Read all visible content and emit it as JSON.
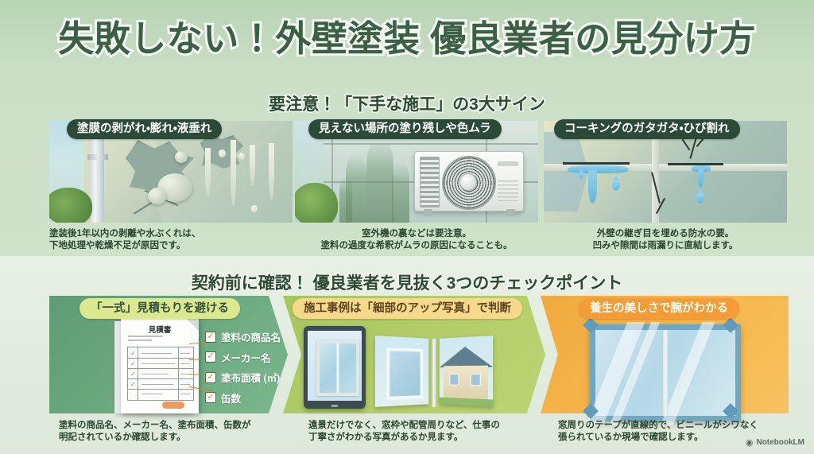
{
  "title": "失敗しない！外壁塗装 優良業者の見分け方",
  "sections": [
    {
      "heading": "要注意！「下手な施工」の3大サイン",
      "items": [
        {
          "label": "塗膜の剥がれ・膨れ・液垂れ",
          "caption": "塗装後1年以内の剥離や水ぶくれは、\n下地処理や乾燥不足が原因です。",
          "illustration": "peeling-blister-drip-wall"
        },
        {
          "label": "見えない場所の塗り残しや色ムラ",
          "caption": "室外機の裏などは要注意。\n塗料の過度な希釈がムラの原因になることも。",
          "illustration": "air-conditioner-outdoor-unit"
        },
        {
          "label": "コーキングのガタガタ・ひび割れ",
          "caption": "外壁の継ぎ目を埋める防水の要。\n凹みや隙間は雨漏りに直結します。",
          "illustration": "cracked-caulking-joint-leak"
        }
      ]
    },
    {
      "heading": "契約前に確認！ 優良業者を見抜く3つのチェックポイント",
      "items": [
        {
          "label": "「一式」見積もりを避ける",
          "caption": "塗料の商品名、メーカー名、塗布面積、缶数が\n明記されているか確認します。",
          "illustration": "estimate-document-checklist",
          "accent_color": "#6aa87e",
          "label_color": "#dbe88f"
        },
        {
          "label": "施工事例は「細部のアップ写真」で判断",
          "caption": "遠景だけでなく、窓枠や配管周りなど、仕事の\n丁寧さがわかる写真があるか見ます。",
          "illustration": "tablet-and-photo-book",
          "accent_color": "#b2cd68",
          "label_color": "#f6d98a"
        },
        {
          "label": "養生の美しさで腕がわかる",
          "caption": "窓周りのテープが直線的で、ビニールがシワなく\n張られているか現場で確認します。",
          "illustration": "masked-window-taping",
          "accent_color": "#f5b54b",
          "label_color": "#f59c36"
        }
      ]
    }
  ],
  "estimate_document": {
    "title": "見積書",
    "checklist": [
      "塗料の商品名",
      "メーカー名",
      "塗布面積 (㎡)",
      "缶数"
    ],
    "check_mark": "✓"
  },
  "watermark": {
    "glyph": "◉",
    "text": "NotebookLM"
  }
}
